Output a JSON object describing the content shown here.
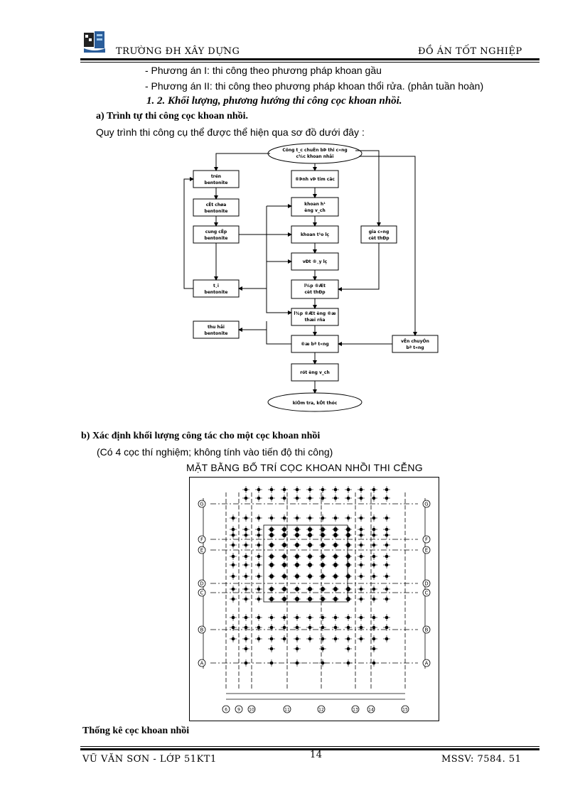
{
  "header": {
    "left": "TRƯỜNG ĐH XÂY DỰNG",
    "right": "ĐỒ ÁN TỐT NGHIỆP"
  },
  "body": {
    "line1": "- Phương án I: thi công theo phương pháp khoan gầu",
    "line2": "- Phương án II: thi công theo phương pháp khoan thổi rửa. (phản tuần hoàn)",
    "section_heading": "1. 2. Khối lượng, phương hướng thi công cọc khoan nhồi.",
    "sub_a": "a) Trình tự thi công cọc khoan nhồi.",
    "intro": "Quy trình thi công cụ thể được thể hiện qua sơ đồ dưới đây :",
    "sub_b": "b) Xác định khối lượng công tác cho một cọc khoan nhồi",
    "note": "(Có 4 cọc thí nghiệm; không tính vào tiến độ thi công)",
    "plan_title": "MẶT BẰNG BỐ TRÍ CỌC KHOAN NHỒI THI CỄNG",
    "stats_heading": "Thống kê cọc khoan nhồi"
  },
  "flowchart": {
    "start": [
      "Công t_c chuÈn bÞ thi c«ng",
      "c¾c khoan nhåi"
    ],
    "center": [
      "®Þnh vÞ tim cäc",
      "khoan h¹",
      "èng v_ch",
      "khoan t¹o lç",
      "vÐt ®¸y lç"
    ],
    "center2": [
      "l¾p ®Æt",
      "cèt thÐp",
      "l¾p ®Æt èng ®æ",
      "thæi rña",
      "®æ bª t«ng",
      "rót èng v_ch"
    ],
    "left": [
      "trén",
      "bentonite",
      "cÊt chøa",
      "bentonite",
      "cung cÊp",
      "bentonite",
      "t¸i",
      "bentonite",
      "thu håi",
      "bentonite"
    ],
    "right": [
      "gia c«ng",
      "cèt thÐp",
      "vËn chuyÓn",
      "bª t«ng"
    ],
    "end": "kiÓm tra, kÕt thóc"
  },
  "plan": {
    "row_axes": [
      "G",
      "F",
      "E",
      "D",
      "C",
      "B",
      "A"
    ],
    "col_axes": [
      "6",
      "9",
      "10",
      "11",
      "12",
      "13",
      "14",
      "15"
    ]
  },
  "footer": {
    "left": "VŨ VĂN SƠN - LỚP 51KT1",
    "page": "14",
    "right": "MSSV:  7584. 51"
  }
}
